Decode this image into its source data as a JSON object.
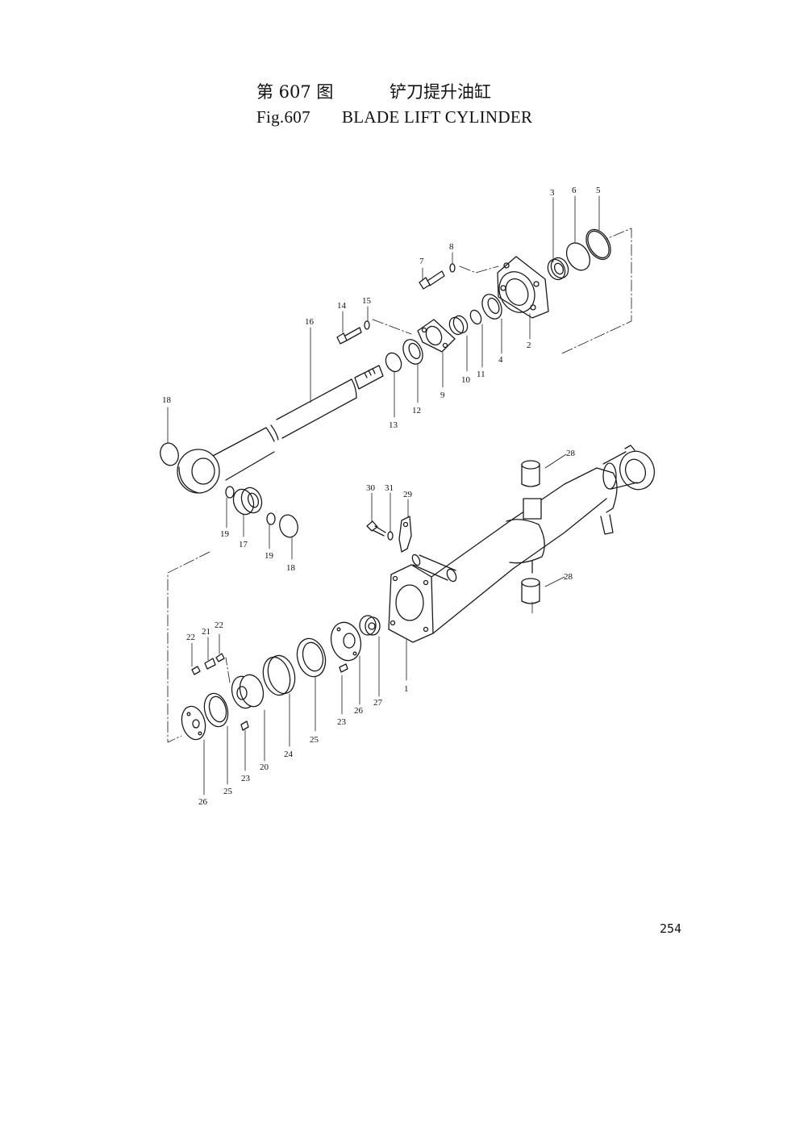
{
  "header": {
    "fig_cn": "第 607 图",
    "name_cn": "铲刀提升油缸",
    "fig_en": "Fig.607",
    "name_en": "BLADE LIFT CYLINDER"
  },
  "page_number": "254",
  "callouts": [
    {
      "id": "c1",
      "text": "1"
    },
    {
      "id": "c2",
      "text": "2"
    },
    {
      "id": "c3",
      "text": "3"
    },
    {
      "id": "c4",
      "text": "4"
    },
    {
      "id": "c5",
      "text": "5"
    },
    {
      "id": "c6",
      "text": "6"
    },
    {
      "id": "c7",
      "text": "7"
    },
    {
      "id": "c8",
      "text": "8"
    },
    {
      "id": "c9",
      "text": "9"
    },
    {
      "id": "c10",
      "text": "10"
    },
    {
      "id": "c11",
      "text": "11"
    },
    {
      "id": "c12",
      "text": "12"
    },
    {
      "id": "c13",
      "text": "13"
    },
    {
      "id": "c14",
      "text": "14"
    },
    {
      "id": "c15",
      "text": "15"
    },
    {
      "id": "c16",
      "text": "16"
    },
    {
      "id": "c17",
      "text": "17"
    },
    {
      "id": "c18a",
      "text": "18"
    },
    {
      "id": "c18b",
      "text": "18"
    },
    {
      "id": "c19a",
      "text": "19"
    },
    {
      "id": "c19b",
      "text": "19"
    },
    {
      "id": "c20",
      "text": "20"
    },
    {
      "id": "c21",
      "text": "21"
    },
    {
      "id": "c22a",
      "text": "22"
    },
    {
      "id": "c22b",
      "text": "22"
    },
    {
      "id": "c23a",
      "text": "23"
    },
    {
      "id": "c23b",
      "text": "23"
    },
    {
      "id": "c24",
      "text": "24"
    },
    {
      "id": "c25a",
      "text": "25"
    },
    {
      "id": "c25b",
      "text": "25"
    },
    {
      "id": "c26a",
      "text": "26"
    },
    {
      "id": "c26b",
      "text": "26"
    },
    {
      "id": "c27",
      "text": "27"
    },
    {
      "id": "c28a",
      "text": "28"
    },
    {
      "id": "c28b",
      "text": "28"
    },
    {
      "id": "c29",
      "text": "29"
    },
    {
      "id": "c30",
      "text": "30"
    },
    {
      "id": "c31",
      "text": "31"
    }
  ]
}
